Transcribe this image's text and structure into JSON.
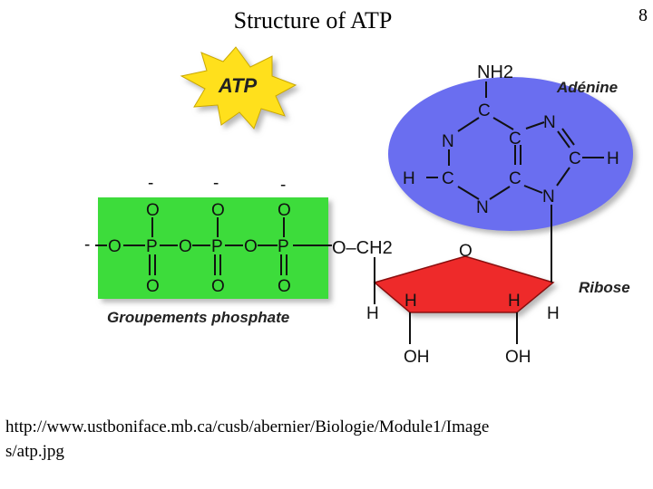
{
  "slide": {
    "title": "Structure of ATP",
    "page_number": "8",
    "source_line1": "http://www.ustboniface.mb.ca/cusb/abernier/Biologie/Module1/Image",
    "source_line2": "s/atp.jpg"
  },
  "diagram": {
    "badge": "ATP",
    "adenine_label": "Adénine",
    "ribose_label": "Ribose",
    "phosphate_label": "Groupements phosphate",
    "atoms": {
      "nh2": "NH2",
      "n": "N",
      "c": "C",
      "h": "H",
      "o": "O",
      "p": "P",
      "oh": "OH",
      "minus": "-",
      "ch2": "O–CH2"
    },
    "colors": {
      "adenine": "#6b6ef0",
      "phosphate": "#3ddc3a",
      "ribose": "#ee2b2b",
      "badge": "#ffe01a"
    }
  }
}
